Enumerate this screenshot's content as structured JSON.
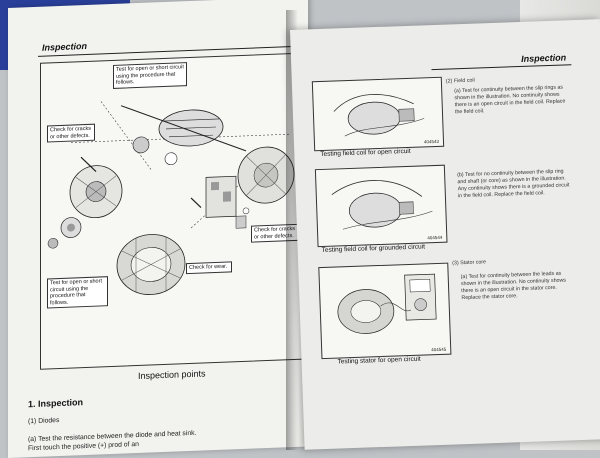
{
  "left_page": {
    "header": "Inspection",
    "callouts": [
      "Test for open or short circuit using the procedure that follows.",
      "Check for cracks or other defects.",
      "Check for cracks or other defects.",
      "Test for open or short circuit using the procedure that follows.",
      "Check for wear."
    ],
    "figure_caption": "Inspection points",
    "section_title": "1. Inspection",
    "subsection": "(1) Diodes",
    "body_text": "(a) Test the resistance between the diode and heat sink. First touch the positive (+) prod of an"
  },
  "right_page": {
    "header": "Inspection",
    "figures": [
      {
        "number": "404543",
        "caption": "Testing field coil for open circuit"
      },
      {
        "number": "404544",
        "caption": "Testing field coil for grounded circuit"
      },
      {
        "number": "404545",
        "caption": "Testing stator for open circuit"
      }
    ],
    "field_coil_heading": "(2) Field coil",
    "field_coil_a": "(a) Test for continuity between the slip rings as shown in the illustration. No continuity shows there is an open circuit in the field coil. Replace the field coil.",
    "field_coil_b": "(b) Test for no continuity between the slip ring and shaft (or core) as shown in the illustration. Any continuity shows there is a grounded circuit in the field coil. Replace the field coil.",
    "stator_heading": "(3) Stator core",
    "stator_a": "(a) Test for continuity between the leads as shown in the illustration. No continuity shows there is an open circuit in the stator core. Replace the stator core."
  },
  "colors": {
    "binder_blue": "#2a3f9a",
    "paper": "#f0f0ed",
    "ink": "#222222"
  }
}
